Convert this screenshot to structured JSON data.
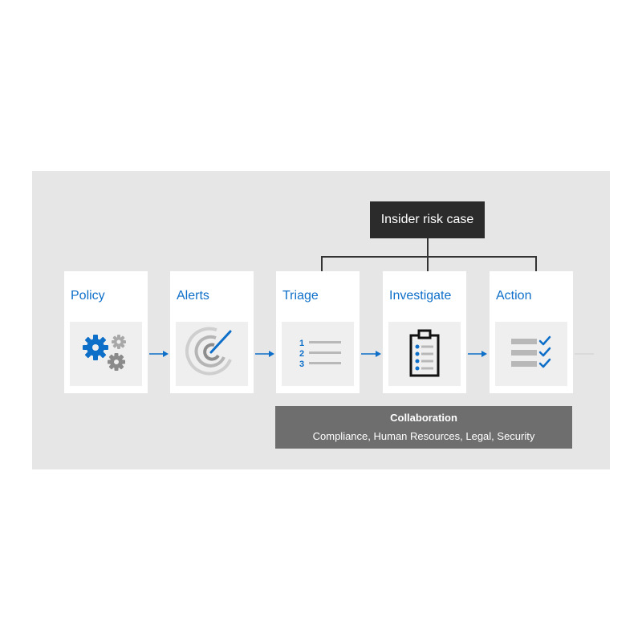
{
  "case": {
    "label": "Insider risk case"
  },
  "steps": [
    {
      "label": "Policy",
      "icon": "gears-icon"
    },
    {
      "label": "Alerts",
      "icon": "radar-icon"
    },
    {
      "label": "Triage",
      "icon": "numbered-list-icon"
    },
    {
      "label": "Investigate",
      "icon": "clipboard-icon"
    },
    {
      "label": "Action",
      "icon": "checklist-icon"
    }
  ],
  "collaboration": {
    "title": "Collaboration",
    "subtitle": "Compliance, Human Resources, Legal, Security"
  },
  "colors": {
    "accent": "#0e6fc9",
    "panel": "#e6e6e6",
    "case_box": "#2b2b2b",
    "collab_box": "#6e6e6e"
  }
}
